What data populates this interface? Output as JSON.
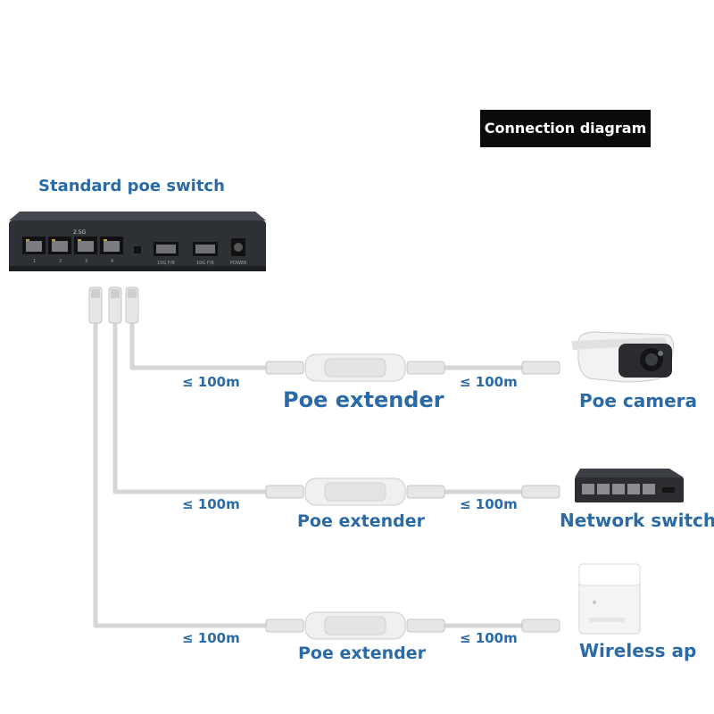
{
  "badge": "Connection diagram",
  "switch_title": "Standard poe switch",
  "switch_panel": {
    "speed": "2.5G",
    "ports": [
      "1",
      "2",
      "3",
      "4"
    ],
    "sfp1": "10G F/R",
    "sfp2": "10G F/R",
    "power": "POWER"
  },
  "rows": [
    {
      "left_distance": "≤ 100m",
      "extender": "Poe extender",
      "right_distance": "≤ 100m",
      "device": "Poe camera"
    },
    {
      "left_distance": "≤ 100m",
      "extender": "Poe extender",
      "right_distance": "≤ 100m",
      "device": "Network switch"
    },
    {
      "left_distance": "≤ 100m",
      "extender": "Poe extender",
      "right_distance": "≤ 100m",
      "device": "Wireless ap"
    }
  ],
  "colors": {
    "label_blue": "#2a6aa6",
    "cable": "#d6d6d6",
    "switch_body": "#2d3035"
  }
}
